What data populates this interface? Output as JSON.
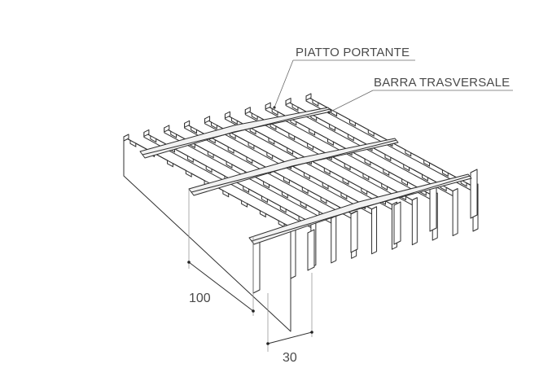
{
  "labels": {
    "bearing_bar": "PIATTO PORTANTE",
    "cross_bar": "BARRA TRASVERSALE"
  },
  "dimensions": {
    "pitch_bearing": "100",
    "pitch_spacing": "30"
  }
}
